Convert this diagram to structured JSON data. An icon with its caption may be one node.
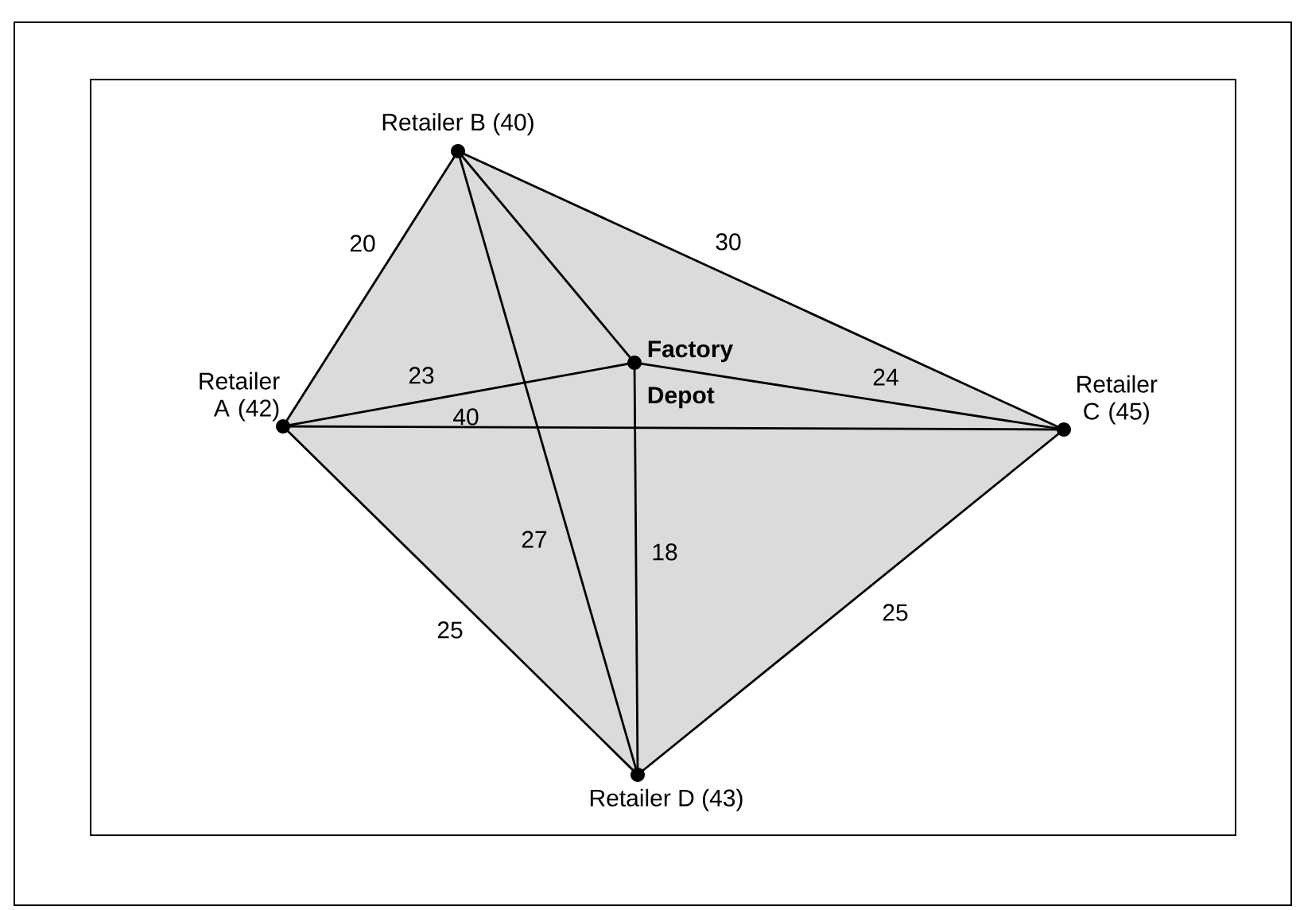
{
  "diagram": {
    "nodes": [
      {
        "text": [
          "Retailer B (40)"
        ]
      },
      {
        "text": [
          "Factory Depot"
        ]
      },
      {
        "text": [
          "Retailer A (42)"
        ]
      },
      {
        "text": [
          "Retailer C (45)"
        ]
      },
      {
        "text": [
          "Retailer D (43)"
        ]
      }
    ],
    "edges": [
      {
        "from": 2,
        "to": 0,
        "arrow": "none",
        "label": "20"
      },
      {
        "from": 0,
        "to": 3,
        "arrow": "none",
        "label": "30"
      },
      {
        "from": 0,
        "to": 1,
        "arrow": "none"
      },
      {
        "from": 2,
        "to": 1,
        "arrow": "none",
        "label": "23"
      },
      {
        "from": 2,
        "to": 3,
        "arrow": "none",
        "label": "40"
      },
      {
        "from": 1,
        "to": 3,
        "arrow": "none",
        "label": "24"
      },
      {
        "from": 0,
        "to": 4,
        "arrow": "none",
        "label": "27"
      },
      {
        "from": 1,
        "to": 4,
        "arrow": "none",
        "label": "18"
      },
      {
        "from": 2,
        "to": 4,
        "arrow": "none",
        "label": "25"
      },
      {
        "from": 3,
        "to": 4,
        "arrow": "none",
        "label": "25"
      }
    ]
  }
}
